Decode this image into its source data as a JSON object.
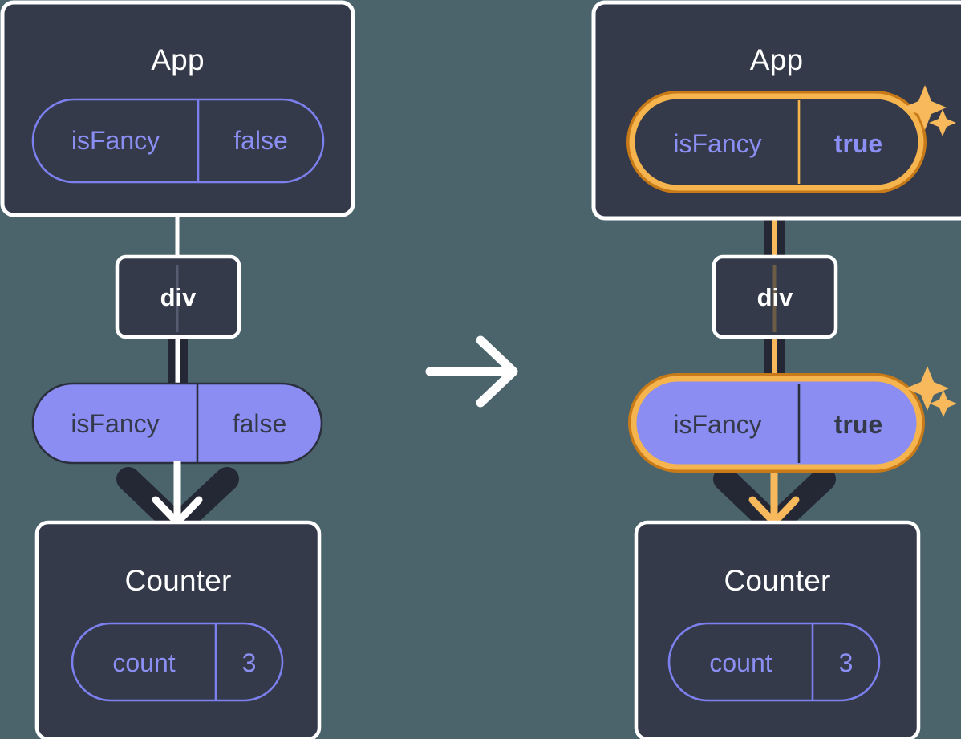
{
  "diagram": {
    "title": "State update propagation: isFancy false to true",
    "background_color": "#4b646c",
    "panels": [
      {
        "id": "before",
        "root": {
          "name": "App",
          "state_pill": {
            "key": "isFancy",
            "value": "false",
            "style": "outline",
            "highlighted": false
          }
        },
        "middle": {
          "name": "div"
        },
        "prop_pill": {
          "key": "isFancy",
          "value": "false",
          "style": "filled",
          "highlighted": false
        },
        "child": {
          "name": "Counter",
          "state_pill": {
            "key": "count",
            "value": "3",
            "style": "outline",
            "highlighted": false
          }
        },
        "arrow_color": "#ffffff",
        "edge_color": "#ffffff"
      },
      {
        "id": "after",
        "root": {
          "name": "App",
          "state_pill": {
            "key": "isFancy",
            "value": "true",
            "style": "outline",
            "highlighted": true
          }
        },
        "middle": {
          "name": "div"
        },
        "prop_pill": {
          "key": "isFancy",
          "value": "true",
          "style": "filled",
          "highlighted": true
        },
        "child": {
          "name": "Counter",
          "state_pill": {
            "key": "count",
            "value": "3",
            "style": "outline",
            "highlighted": false
          }
        },
        "arrow_color": "#f8b95c",
        "edge_color": "#f8b95c",
        "sparkles": 2
      }
    ],
    "transition_arrow": {
      "name": "transition-arrow",
      "direction": "right",
      "color": "#ffffff"
    },
    "colors": {
      "background": "#4b646c",
      "box_fill": "#343a4a",
      "box_border": "#ffffff",
      "pill_outline_stroke": "#7c80ef",
      "pill_outline_text": "#8b8ef2",
      "pill_filled_fill": "#8b8df3",
      "pill_filled_stroke": "#2b2f3d",
      "pill_filled_text": "#343a4a",
      "highlight_outer": "#c87a18",
      "highlight_inner": "#f5b44e",
      "sparkle": "#f8b95c",
      "edge_dark": "#242734",
      "edge_light": "#ffffff",
      "title_text": "#ffffff"
    }
  }
}
